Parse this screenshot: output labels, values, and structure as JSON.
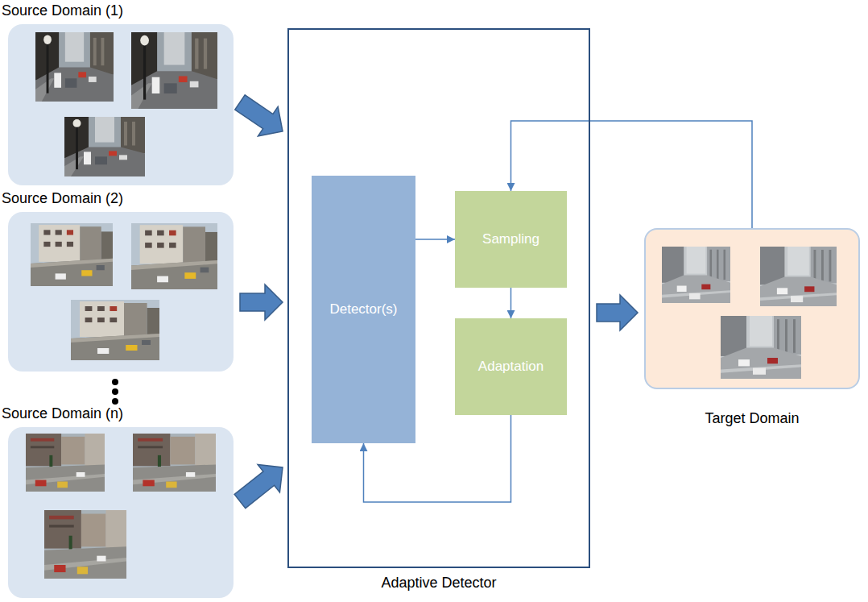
{
  "diagram": {
    "nodes": [
      {
        "text": [
          "Source Domain (1)"
        ]
      },
      {
        "text": [
          "Source Domain (2)"
        ]
      },
      {
        "text": [
          "Source Domain (n)"
        ]
      },
      {
        "text": [
          "Adaptive Detector"
        ]
      },
      {
        "text": [
          "Detector(s)"
        ],
        "in": 3
      },
      {
        "text": [
          "Sampling"
        ],
        "in": 3
      },
      {
        "text": [
          "Adaptation"
        ],
        "in": 3
      },
      {
        "text": [
          "Target Domain"
        ]
      }
    ],
    "edges": [
      {
        "from": 0,
        "to": 3,
        "arrow": "to"
      },
      {
        "from": 1,
        "to": 3,
        "arrow": "to"
      },
      {
        "from": 2,
        "to": 3,
        "arrow": "to"
      },
      {
        "from": 3,
        "to": 7,
        "arrow": "to"
      },
      {
        "from": 4,
        "to": 5,
        "arrow": "to"
      },
      {
        "from": 5,
        "to": 6,
        "arrow": "to"
      },
      {
        "from": 6,
        "to": 4,
        "arrow": "to"
      },
      {
        "from": 7,
        "to": 5,
        "arrow": "to"
      }
    ]
  }
}
